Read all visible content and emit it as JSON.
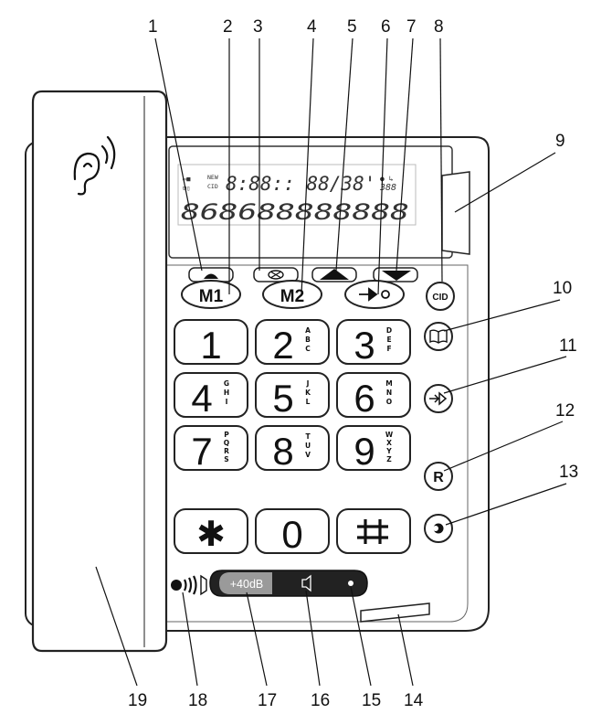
{
  "callouts": {
    "top": [
      "1",
      "2",
      "3",
      "4",
      "5",
      "6",
      "7",
      "8"
    ],
    "right": [
      "9",
      "10",
      "11",
      "12",
      "13"
    ],
    "bottom": [
      "19",
      "18",
      "17",
      "16",
      "15",
      "14"
    ]
  },
  "lcd": {
    "line1": "8:88:: 88/38'",
    "line2": "868688888888",
    "new_label": "NEW",
    "cid_label": "CID"
  },
  "keys": {
    "m1": "M1",
    "m2": "M2",
    "cid": "CID",
    "r": "R",
    "k1": "1",
    "k2": "2",
    "k2_letters": [
      "A",
      "B",
      "C"
    ],
    "k3": "3",
    "k3_letters": [
      "D",
      "E",
      "F"
    ],
    "k4": "4",
    "k4_letters": [
      "G",
      "H",
      "I"
    ],
    "k5": "5",
    "k5_letters": [
      "J",
      "K",
      "L"
    ],
    "k6": "6",
    "k6_letters": [
      "M",
      "N",
      "O"
    ],
    "k7": "7",
    "k7_letters": [
      "P",
      "Q",
      "R",
      "S"
    ],
    "k8": "8",
    "k8_letters": [
      "T",
      "U",
      "V"
    ],
    "k9": "9",
    "k9_letters": [
      "W",
      "X",
      "Y",
      "Z"
    ],
    "star": "✱",
    "zero": "0",
    "hash": "⌗"
  },
  "amplifier": {
    "boost_label": "+40dB"
  },
  "icons": [
    "ear-icon",
    "redial-icon",
    "mute-icon",
    "up-arrow-icon",
    "down-arrow-icon",
    "transfer-icon",
    "phonebook-icon",
    "save-icon",
    "recall-icon",
    "volume-ring-icon",
    "speaker-icon",
    "dot-icon"
  ]
}
